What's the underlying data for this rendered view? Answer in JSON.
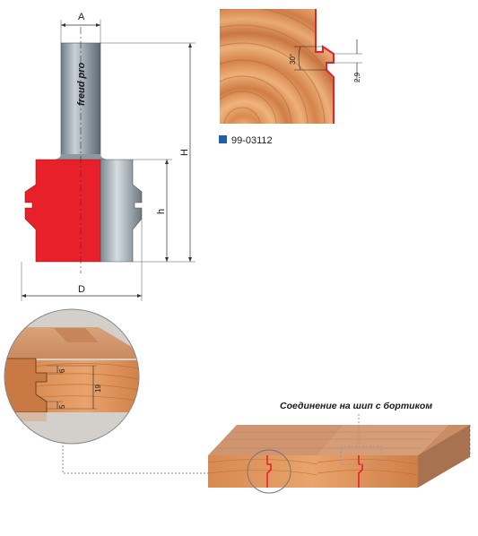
{
  "product": {
    "code": "99-03112",
    "code_marker_color": "#1f5fa8",
    "brand": "freud pro"
  },
  "dimensions": {
    "A": "A",
    "H": "H",
    "h": "h",
    "D": "D"
  },
  "profile_detail": {
    "angle": "30°",
    "depth": "2,9"
  },
  "zoom_detail": {
    "upper": "6",
    "lower": "5",
    "thickness": "19"
  },
  "joint": {
    "caption": "Соединение на шип с бортиком"
  },
  "colors": {
    "cutter_red": "#e8202a",
    "shank_grey": "#8e9aa3",
    "wood_light": "#e8a874",
    "wood_dark": "#b8622e",
    "glue_line": "#e8202a"
  }
}
